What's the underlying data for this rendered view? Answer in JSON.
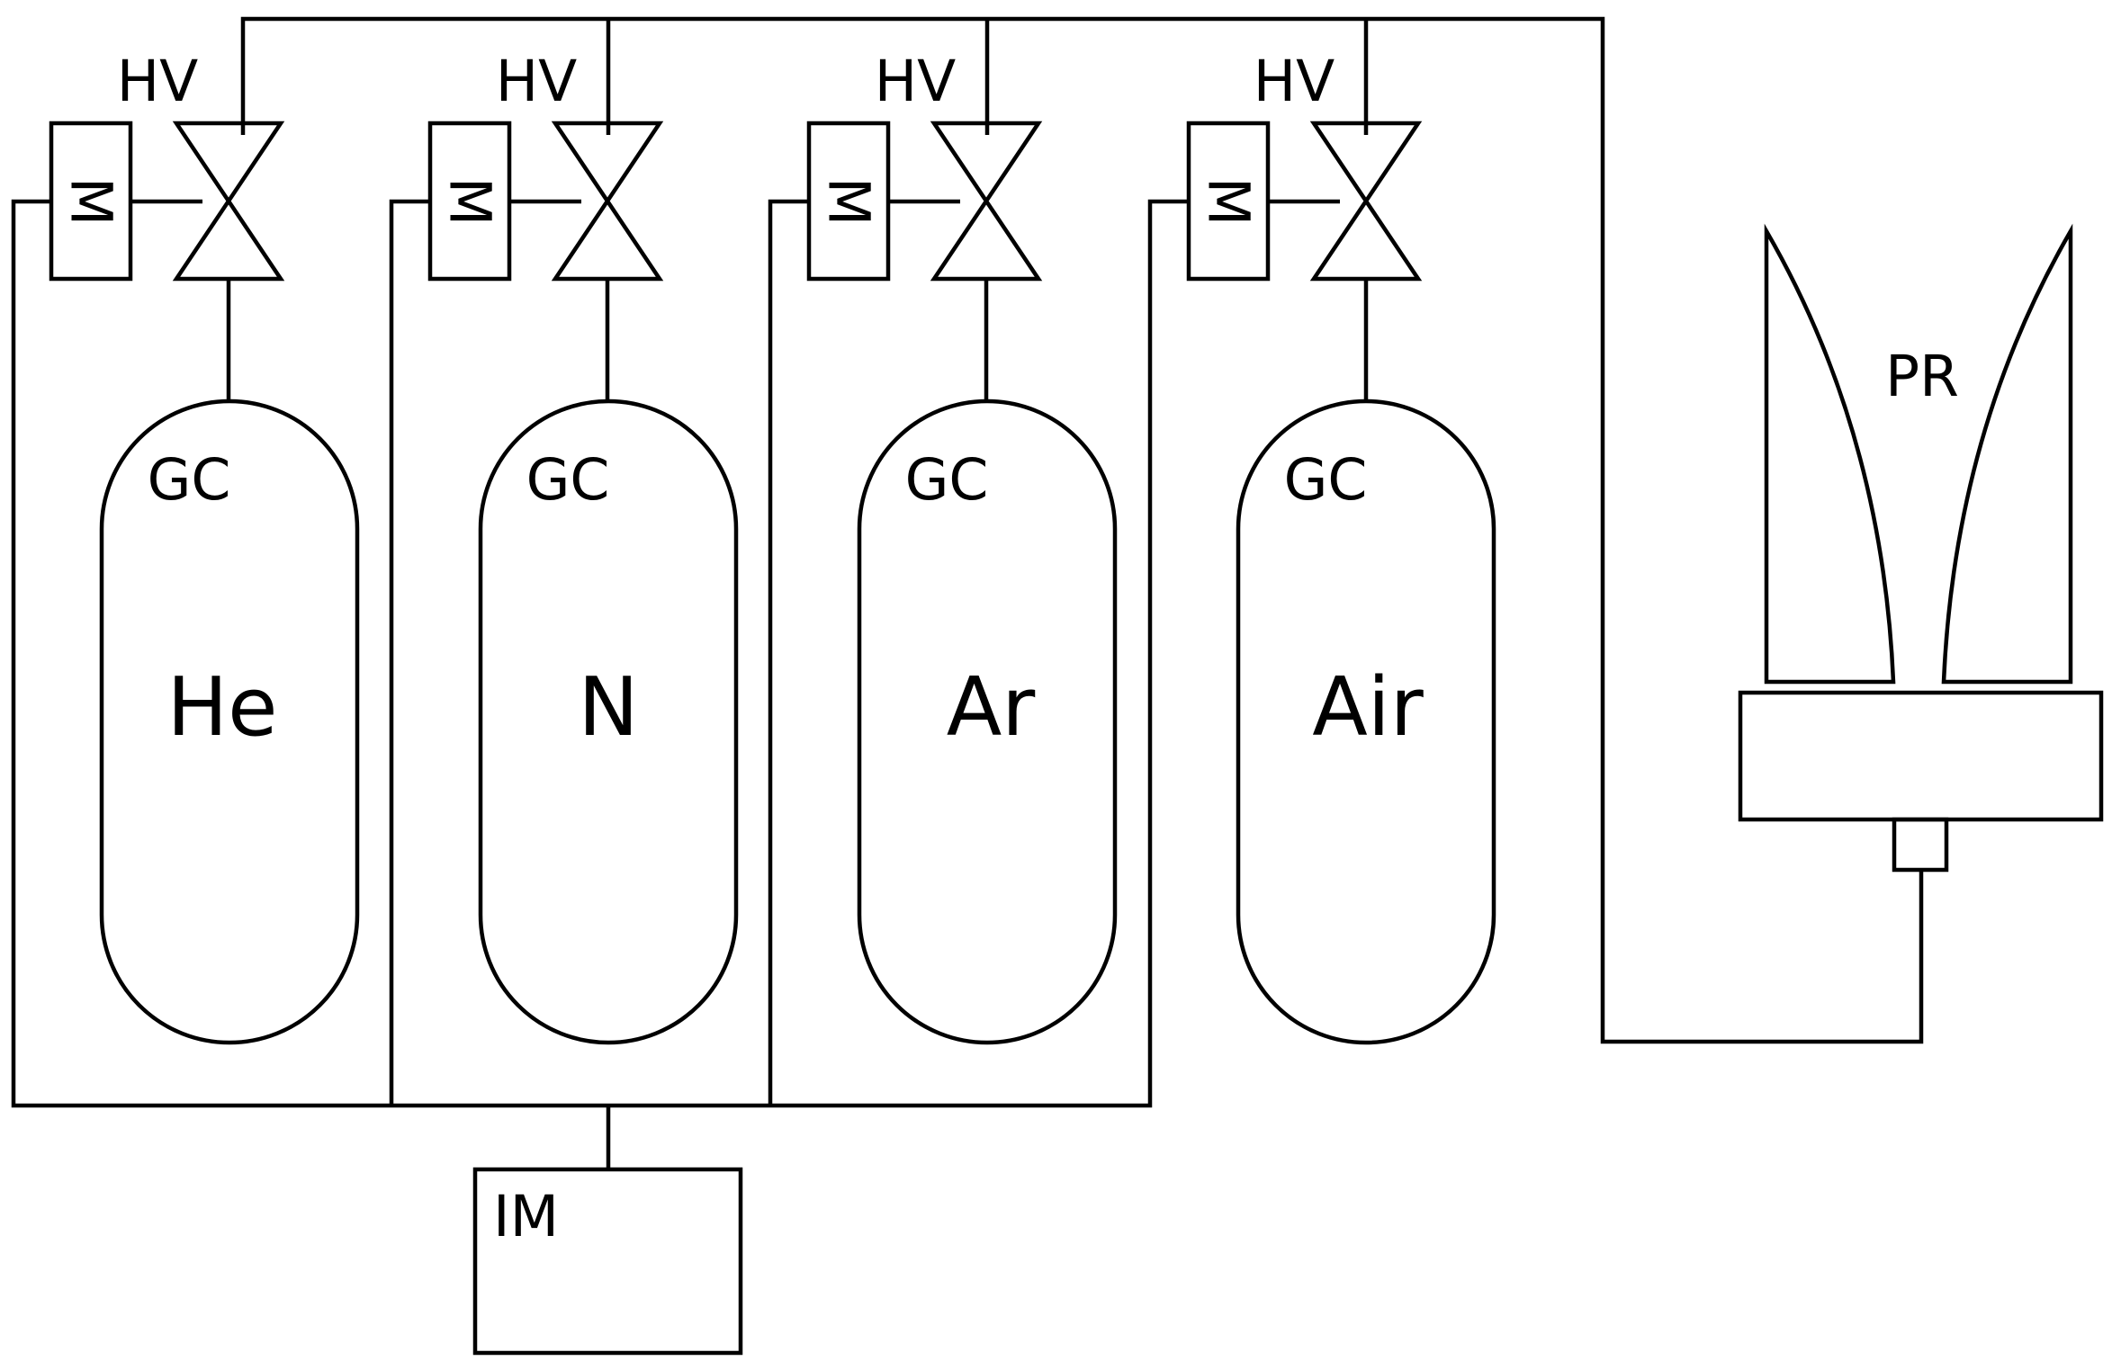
{
  "cylinders": [
    {
      "valve_label": "HV",
      "meter_label": "M",
      "cylinder_label": "GC",
      "gas": "He"
    },
    {
      "valve_label": "HV",
      "meter_label": "M",
      "cylinder_label": "GC",
      "gas": "N"
    },
    {
      "valve_label": "HV",
      "meter_label": "M",
      "cylinder_label": "GC",
      "gas": "Ar"
    },
    {
      "valve_label": "HV",
      "meter_label": "M",
      "cylinder_label": "GC",
      "gas": "Air"
    }
  ],
  "probe": {
    "label": "PR"
  },
  "instrument": {
    "label": "IM"
  }
}
